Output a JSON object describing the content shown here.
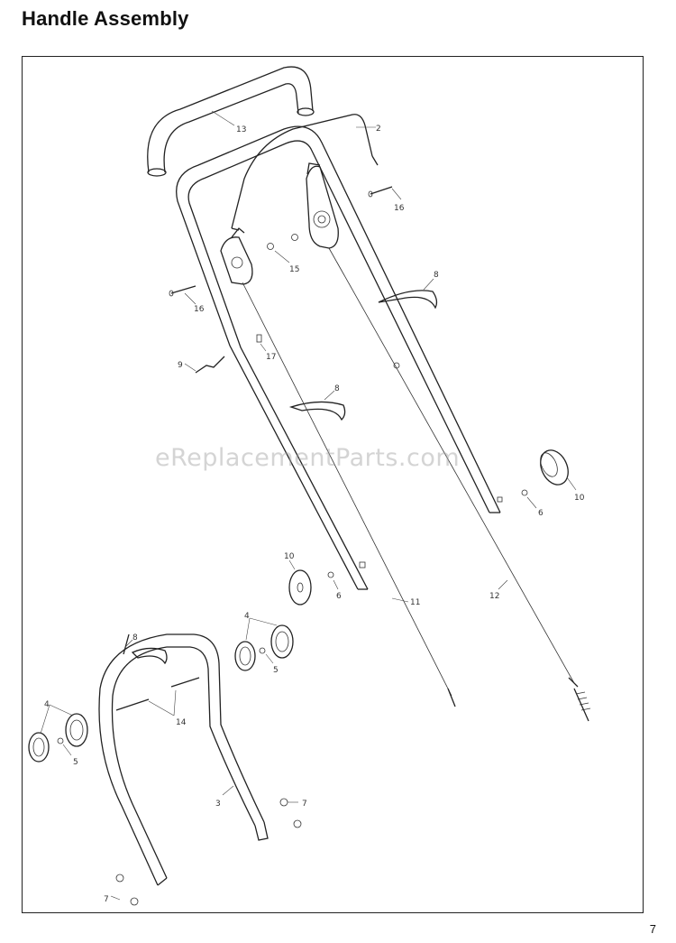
{
  "page": {
    "title": "Handle Assembly",
    "page_number": "7",
    "watermark": "eReplacementParts.com"
  },
  "callouts": {
    "c13": "13",
    "c2": "2",
    "c16a": "16",
    "c15": "15",
    "c8a": "8",
    "c16b": "16",
    "c17": "17",
    "c9": "9",
    "c8b": "8",
    "c10a": "10",
    "c6a": "6",
    "c10b": "10",
    "c6b": "6",
    "c11": "11",
    "c12": "12",
    "c4a": "4",
    "c5a": "5",
    "c8c": "8",
    "c14": "14",
    "c4b": "4",
    "c5b": "5",
    "c3": "3",
    "c7a": "7",
    "c7b": "7"
  }
}
